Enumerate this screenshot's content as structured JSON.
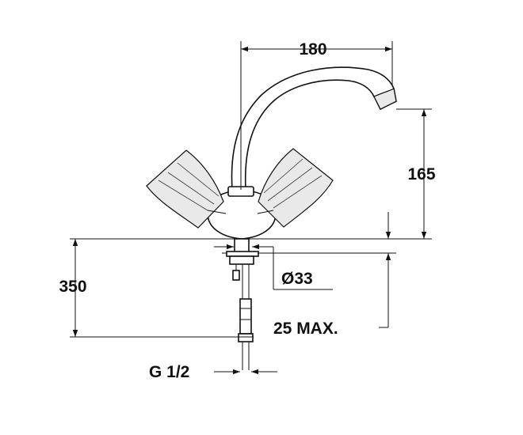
{
  "dimensions": {
    "spout_reach": "180",
    "spout_height": "165",
    "hose_length": "350",
    "hole_diameter": "Ø33",
    "max_thickness": "25 MAX.",
    "thread": "G 1/2"
  },
  "colors": {
    "line": "#111111",
    "shade": "#e9e9e9",
    "background": "#ffffff"
  }
}
